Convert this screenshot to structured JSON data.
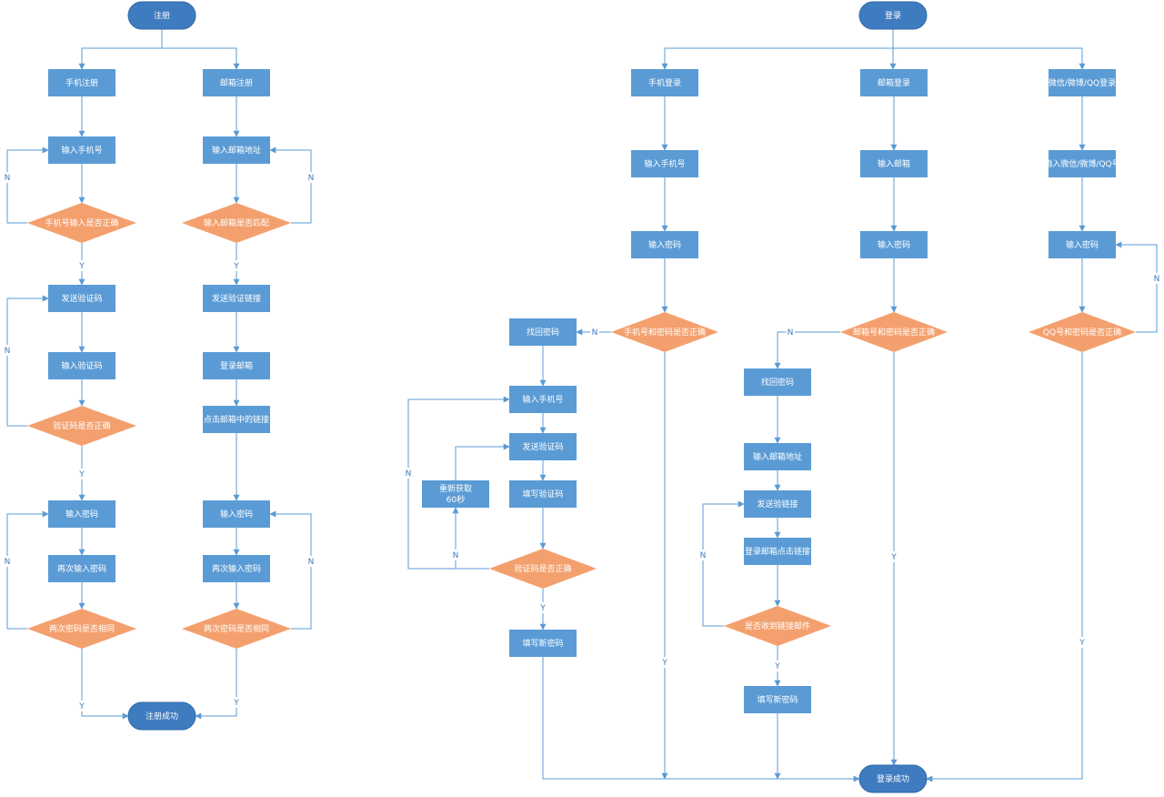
{
  "colors": {
    "process": "#5b9bd5",
    "decision": "#f4a06e",
    "terminal": "#3f7bbf",
    "line": "#5b9bd5",
    "text_on_shape": "#ffffff"
  },
  "nodes": [
    {
      "id": "reg_start",
      "type": "terminal",
      "text": "注册"
    },
    {
      "id": "phone_reg",
      "type": "process",
      "text": "手机注册"
    },
    {
      "id": "email_reg",
      "type": "process",
      "text": "邮箱注册"
    },
    {
      "id": "r_in_phone",
      "type": "process",
      "text": "输入手机号"
    },
    {
      "id": "r_in_email",
      "type": "process",
      "text": "输入邮箱地址"
    },
    {
      "id": "r_dec_phone",
      "type": "decision",
      "text": "手机号输入是否正确"
    },
    {
      "id": "r_dec_email",
      "type": "decision",
      "text": "输入邮箱是否匹配"
    },
    {
      "id": "r_send_code",
      "type": "process",
      "text": "发送验证码"
    },
    {
      "id": "r_send_link",
      "type": "process",
      "text": "发送验证链接"
    },
    {
      "id": "r_in_code",
      "type": "process",
      "text": "输入验证码"
    },
    {
      "id": "r_login_mail",
      "type": "process",
      "text": "登录邮箱"
    },
    {
      "id": "r_dec_code",
      "type": "decision",
      "text": "验证码是否正确"
    },
    {
      "id": "r_click_link",
      "type": "process",
      "text": "点击邮箱中的链接"
    },
    {
      "id": "r_pwd1",
      "type": "process",
      "text": "输入密码"
    },
    {
      "id": "r_pwd2",
      "type": "process",
      "text": "输入密码"
    },
    {
      "id": "r_pwd1b",
      "type": "process",
      "text": "再次输入密码"
    },
    {
      "id": "r_pwd2b",
      "type": "process",
      "text": "再次输入密码"
    },
    {
      "id": "r_dec_same1",
      "type": "decision",
      "text": "两次密码是否相同"
    },
    {
      "id": "r_dec_same2",
      "type": "decision",
      "text": "两次密码是否相同"
    },
    {
      "id": "reg_ok",
      "type": "terminal",
      "text": "注册成功"
    },
    {
      "id": "login_start",
      "type": "terminal",
      "text": "登录"
    },
    {
      "id": "phone_login",
      "type": "process",
      "text": "手机登录"
    },
    {
      "id": "email_login",
      "type": "process",
      "text": "邮箱登录"
    },
    {
      "id": "social_login",
      "type": "process",
      "text": "微信/微博/QQ登录"
    },
    {
      "id": "l_in_phone",
      "type": "process",
      "text": "输入手机号"
    },
    {
      "id": "l_in_email",
      "type": "process",
      "text": "输入邮箱"
    },
    {
      "id": "l_in_social",
      "type": "process",
      "text": "输入微信/微博/QQ号"
    },
    {
      "id": "l_pwd1",
      "type": "process",
      "text": "输入密码"
    },
    {
      "id": "l_pwd2",
      "type": "process",
      "text": "输入密码"
    },
    {
      "id": "l_pwd3",
      "type": "process",
      "text": "输入密码"
    },
    {
      "id": "l_dec_phone",
      "type": "decision",
      "text": "手机号和密码是否正确"
    },
    {
      "id": "l_dec_email",
      "type": "decision",
      "text": "邮箱号和密码是否正确"
    },
    {
      "id": "l_dec_qq",
      "type": "decision",
      "text": "QQ号和密码是否正确"
    },
    {
      "id": "p_find",
      "type": "process",
      "text": "找回密码"
    },
    {
      "id": "p_in_phone",
      "type": "process",
      "text": "输入手机号"
    },
    {
      "id": "p_send_code",
      "type": "process",
      "text": "发送验证码"
    },
    {
      "id": "p_fill_code",
      "type": "process",
      "text": "填写验证码"
    },
    {
      "id": "p_retry",
      "type": "process",
      "text": "重新获取",
      "text2": "60秒"
    },
    {
      "id": "p_dec_code",
      "type": "decision",
      "text": "验证码是否正确"
    },
    {
      "id": "p_new_pwd",
      "type": "process",
      "text": "填写新密码"
    },
    {
      "id": "e_find",
      "type": "process",
      "text": "找回密码"
    },
    {
      "id": "e_in_email",
      "type": "process",
      "text": "输入邮箱地址"
    },
    {
      "id": "e_send_link",
      "type": "process",
      "text": "发送验链接"
    },
    {
      "id": "e_click",
      "type": "process",
      "text": "登录邮箱点击链接"
    },
    {
      "id": "e_dec_mail",
      "type": "decision",
      "text": "是否收到链接邮件"
    },
    {
      "id": "e_new_pwd",
      "type": "process",
      "text": "填写新密码"
    },
    {
      "id": "login_ok",
      "type": "terminal",
      "text": "登录成功"
    }
  ],
  "edges": [
    {
      "label": "N"
    },
    {
      "label": "Y"
    },
    {
      "label": "N"
    },
    {
      "label": "Y"
    },
    {
      "label": "N"
    },
    {
      "label": "Y"
    },
    {
      "label": "N"
    },
    {
      "label": "Y"
    },
    {
      "label": "N"
    },
    {
      "label": "Y"
    },
    {
      "label": "N"
    },
    {
      "label": "N"
    },
    {
      "label": "N"
    },
    {
      "label": "N"
    },
    {
      "label": "N"
    },
    {
      "label": "Y"
    },
    {
      "label": "Y"
    },
    {
      "label": "N"
    },
    {
      "label": "Y"
    },
    {
      "label": "Y"
    },
    {
      "label": "Y"
    }
  ]
}
